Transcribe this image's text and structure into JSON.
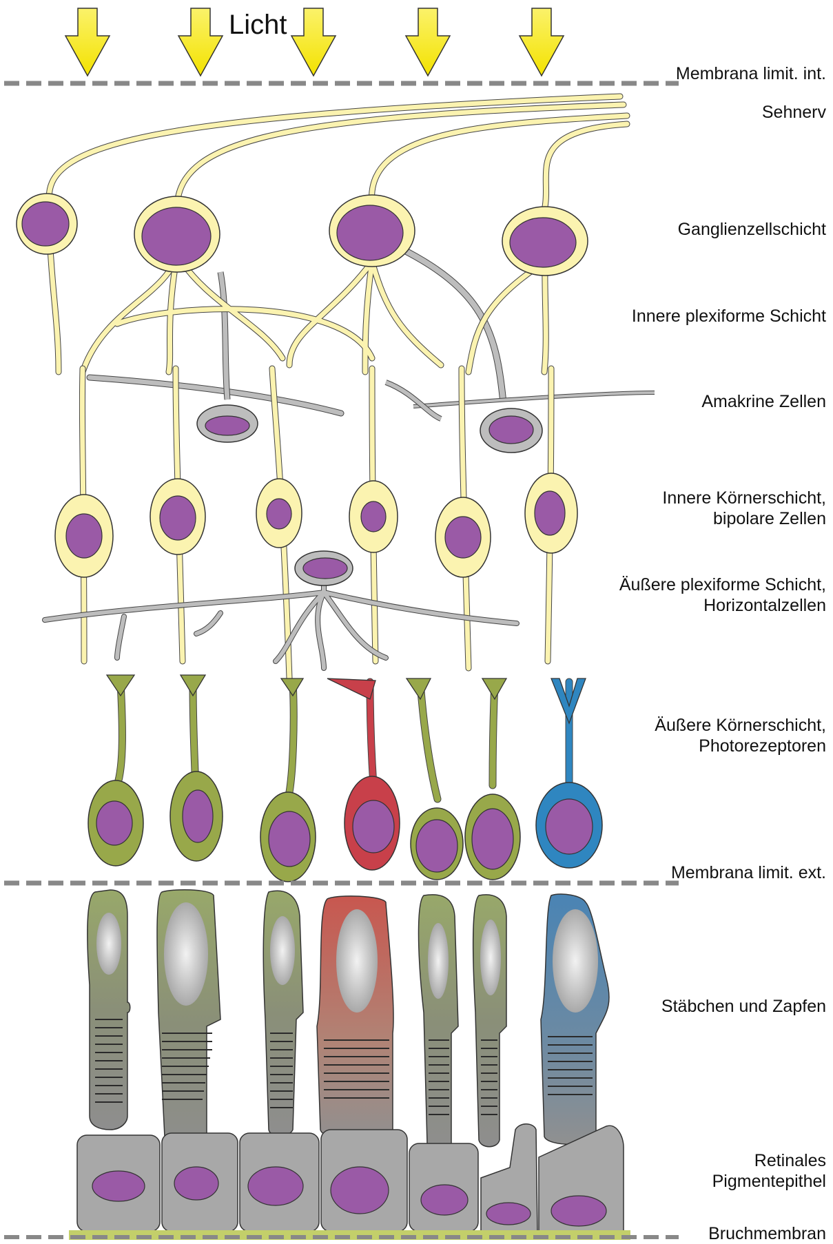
{
  "title": "Licht",
  "labels": {
    "membrana_int": "Membrana limit. int.",
    "sehnerv": "Sehnerv",
    "ganglien": "Ganglienzellschicht",
    "innere_plex": "Innere plexiforme Schicht",
    "amakrine": "Amakrine Zellen",
    "innere_koerner_1": "Innere Körnerschicht,",
    "innere_koerner_2": "bipolare Zellen",
    "aeussere_plex_1": "Äußere plexiforme Schicht,",
    "aeussere_plex_2": "Horizontalzellen",
    "aeussere_koerner_1": "Äußere Körnerschicht,",
    "aeussere_koerner_2": "Photorezeptoren",
    "membrana_ext": "Membrana limit. ext.",
    "staebchen": "Stäbchen und Zapfen",
    "pigment_1": "Retinales",
    "pigment_2": "Pigmentepithel",
    "bruch": "Bruchmembran"
  },
  "colors": {
    "neuron": "#fbf3b0",
    "nucleus": "#9a5aa6",
    "glia": "#bdbdbd",
    "rod": "#98a84a",
    "cone_red": "#c8404a",
    "cone_blue": "#2f86c0",
    "arrow": "#f6ea1e",
    "membrane": "#c3cf6a",
    "dash": "#888888"
  }
}
